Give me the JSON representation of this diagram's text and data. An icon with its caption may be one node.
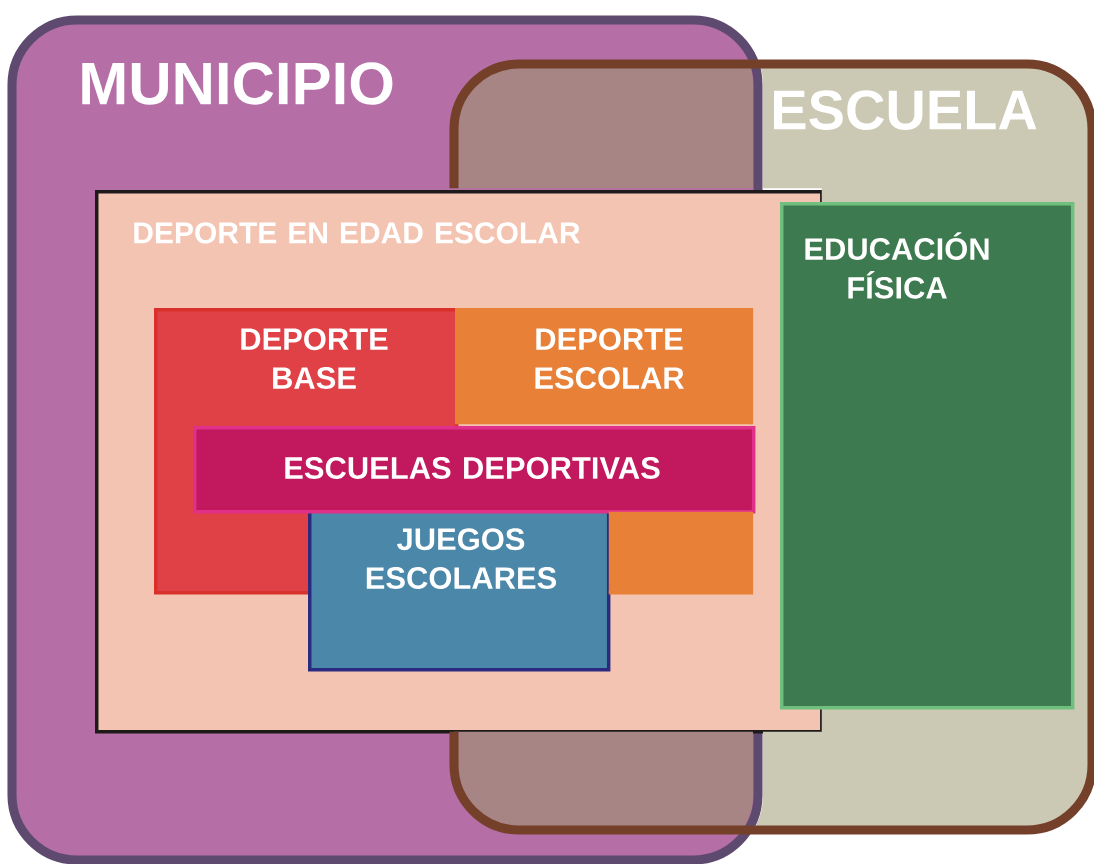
{
  "diagram": {
    "nodes": [
      {
        "text": [
          "MUNICIPIO"
        ]
      },
      {
        "text": [
          "ESCUELA"
        ]
      },
      {
        "text": [
          "DEPORTE EN EDAD ESCOLAR"
        ]
      },
      {
        "text": [
          "EDUCACIÓN FÍSICA"
        ],
        "in": 1
      },
      {
        "text": [
          "DEPORTE BASE"
        ],
        "in": 2
      },
      {
        "text": [
          "DEPORTE ESCOLAR"
        ]
      },
      {
        "text": [
          "ESCUELAS DEPORTIVAS"
        ],
        "in": 2
      },
      {
        "text": [
          "JUEGOS ESCOLARES"
        ],
        "in": 2
      }
    ]
  }
}
